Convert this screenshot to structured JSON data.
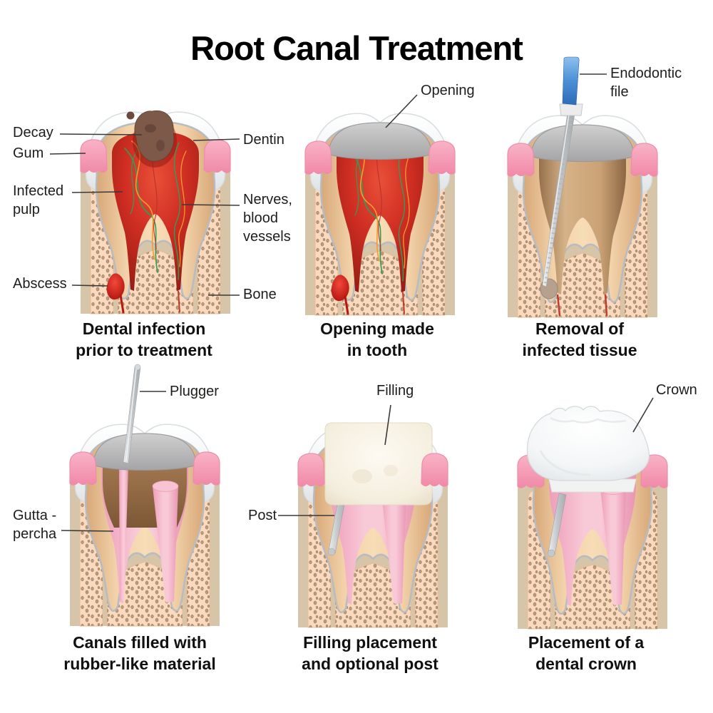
{
  "title": "Root Canal Treatment",
  "panels": [
    {
      "name": "dental-infection",
      "caption1": "Dental infection",
      "caption2": "prior to treatment",
      "labels": {
        "decay": "Decay",
        "gum": "Gum",
        "infected_pulp1": "Infected",
        "infected_pulp2": "pulp",
        "abscess": "Abscess",
        "dentin": "Dentin",
        "nerves1": "Nerves,",
        "nerves2": "blood",
        "nerves3": "vessels",
        "bone": "Bone"
      }
    },
    {
      "name": "opening-made",
      "caption1": "Opening made",
      "caption2": "in tooth",
      "labels": {
        "opening": "Opening"
      }
    },
    {
      "name": "removal-infected-tissue",
      "caption1": "Removal of",
      "caption2": "infected tissue",
      "labels": {
        "endodontic_file1": "Endodontic",
        "endodontic_file2": "file"
      }
    },
    {
      "name": "canals-filled",
      "caption1": "Canals filled with",
      "caption2": "rubber-like material",
      "labels": {
        "plugger": "Plugger",
        "gutta_percha1": "Gutta -",
        "gutta_percha2": "percha"
      }
    },
    {
      "name": "filling-placement",
      "caption1": "Filling placement",
      "caption2": "and optional post",
      "labels": {
        "filling": "Filling",
        "post": "Post"
      }
    },
    {
      "name": "dental-crown",
      "caption1": "Placement of a",
      "caption2": "dental crown",
      "labels": {
        "crown": "Crown"
      }
    }
  ],
  "colors": {
    "background": "#ffffff",
    "text": "#1d1d1b",
    "bone_tan": "#d7c5a9",
    "bone_marrow_peach": "#fbd9be",
    "gum_pink": "#f59fb9",
    "dentin": "#f2d2a9",
    "infected_pulp_red": "#cf2d22",
    "decay_brown": "#7d594a",
    "nerve_green": "#2f9e57",
    "nerve_orange": "#f59a2e",
    "gutta_percha_pink": "#f4b6ca",
    "metal_gray": "#c3c7ca",
    "file_handle_blue": "#4a8fd6",
    "enamel_white": "#f4f6f7",
    "opening_gray": "#b5b5b7"
  }
}
